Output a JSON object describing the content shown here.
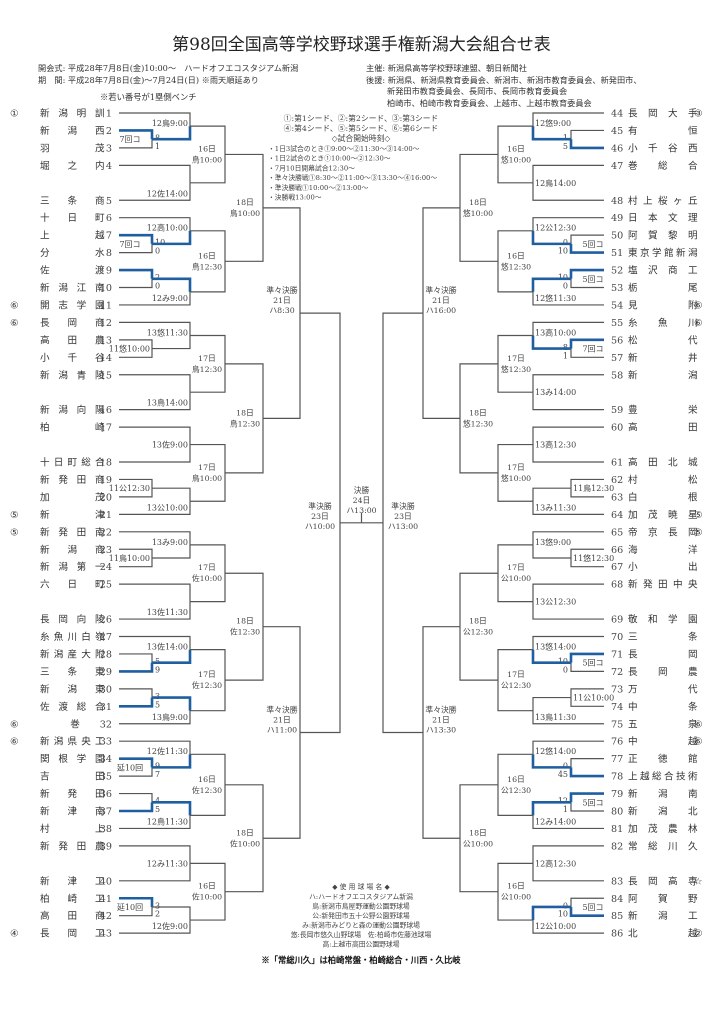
{
  "header": {
    "title": "第98回全国高等学校野球選手権新潟大会組合せ表",
    "left_lines": [
      "開会式: 平成28年7月8日(金)10:00～　ハードオフエコスタジアム新潟",
      "期　間: 平成28年7月8日(金)～7月24日(日) ※雨天順延あり"
    ],
    "bench_note": "※若い番号が1塁側ベンチ",
    "right_lines": [
      "主催: 新潟県高等学校野球連盟、朝日新聞社",
      "後援: 新潟県、新潟県教育委員会、新潟市、新潟市教育委員会、新発田市、",
      "新発田市教育委員会、長岡市、長岡市教育委員会",
      "柏崎市、柏崎市教育委員会、上越市、上越市教育委員会"
    ]
  },
  "center_notes": {
    "seeds": [
      "①:第1シード、②:第2シード、③:第3シード",
      "④:第4シード、⑤:第5シード、⑥:第6シード"
    ],
    "start_title": "◇試合開始時刻◇",
    "start_times": [
      "・1日3試合のとき①9:00～②11:30～③14:00～",
      "・1日2試合のとき①10:00～②12:30～",
      "・7月10日開幕試合12:30～",
      "・準々決勝戦①8:30～②11:00～③13:30～④16:00～",
      "・準決勝戦①10:00～②13:00～",
      "・決勝戦13:00～"
    ]
  },
  "teams_left": [
    {
      "no": 1,
      "name": "新潟明訓",
      "seed": "①",
      "slot": 0
    },
    {
      "no": 2,
      "name": "新潟西",
      "seed": "",
      "slot": 1
    },
    {
      "no": 3,
      "name": "羽茂",
      "seed": "",
      "slot": 2
    },
    {
      "no": 4,
      "name": "堀之内",
      "seed": "",
      "slot": 3
    },
    {
      "no": 5,
      "name": "三条商",
      "seed": "",
      "slot": 5
    },
    {
      "no": 6,
      "name": "十日町",
      "seed": "",
      "slot": 6
    },
    {
      "no": 7,
      "name": "上越",
      "seed": "",
      "slot": 7
    },
    {
      "no": 8,
      "name": "分水",
      "seed": "",
      "slot": 8
    },
    {
      "no": 9,
      "name": "佐渡",
      "seed": "",
      "slot": 9
    },
    {
      "no": 10,
      "name": "新潟江南",
      "seed": "",
      "slot": 10
    },
    {
      "no": 11,
      "name": "開志学園",
      "seed": "⑥",
      "slot": 11
    },
    {
      "no": 12,
      "name": "長岡商",
      "seed": "⑥",
      "slot": 12
    },
    {
      "no": 13,
      "name": "高田農",
      "seed": "",
      "slot": 13
    },
    {
      "no": 14,
      "name": "小千谷",
      "seed": "",
      "slot": 14
    },
    {
      "no": 15,
      "name": "新潟青陵",
      "seed": "",
      "slot": 15
    },
    {
      "no": 16,
      "name": "新潟向陽",
      "seed": "",
      "slot": 17
    },
    {
      "no": 17,
      "name": "柏崎",
      "seed": "",
      "slot": 18
    },
    {
      "no": 18,
      "name": "十日町総合",
      "seed": "",
      "slot": 20
    },
    {
      "no": 19,
      "name": "新発田商",
      "seed": "",
      "slot": 21
    },
    {
      "no": 20,
      "name": "加茂",
      "seed": "",
      "slot": 22
    },
    {
      "no": 21,
      "name": "新津",
      "seed": "⑤",
      "slot": 23
    },
    {
      "no": 22,
      "name": "新発田南",
      "seed": "⑤",
      "slot": 24
    },
    {
      "no": 23,
      "name": "新潟商",
      "seed": "",
      "slot": 25
    },
    {
      "no": 24,
      "name": "新潟第一",
      "seed": "",
      "slot": 26
    },
    {
      "no": 25,
      "name": "六日町",
      "seed": "",
      "slot": 27
    },
    {
      "no": 26,
      "name": "長岡向陵",
      "seed": "",
      "slot": 29
    },
    {
      "no": 27,
      "name": "糸魚川白嶺",
      "seed": "",
      "slot": 30
    },
    {
      "no": 28,
      "name": "新潟産大附",
      "seed": "",
      "slot": 31
    },
    {
      "no": 29,
      "name": "三条東",
      "seed": "",
      "slot": 32
    },
    {
      "no": 30,
      "name": "新潟東",
      "seed": "",
      "slot": 33
    },
    {
      "no": 31,
      "name": "佐渡総合",
      "seed": "",
      "slot": 34
    },
    {
      "no": 32,
      "name": "巻",
      "seed": "⑥",
      "slot": 35
    },
    {
      "no": 33,
      "name": "新潟県央工",
      "seed": "⑥",
      "slot": 36
    },
    {
      "no": 34,
      "name": "関根学園",
      "seed": "",
      "slot": 37
    },
    {
      "no": 35,
      "name": "吉田",
      "seed": "",
      "slot": 38
    },
    {
      "no": 36,
      "name": "新発田",
      "seed": "",
      "slot": 39
    },
    {
      "no": 37,
      "name": "新津南",
      "seed": "",
      "slot": 40
    },
    {
      "no": 38,
      "name": "村上",
      "seed": "",
      "slot": 41
    },
    {
      "no": 39,
      "name": "新発田農",
      "seed": "",
      "slot": 42
    },
    {
      "no": 40,
      "name": "新津工",
      "seed": "",
      "slot": 44
    },
    {
      "no": 41,
      "name": "柏崎工",
      "seed": "",
      "slot": 45
    },
    {
      "no": 42,
      "name": "高田商",
      "seed": "",
      "slot": 46
    },
    {
      "no": 43,
      "name": "長岡工",
      "seed": "④",
      "slot": 47
    }
  ],
  "teams_right": [
    {
      "no": 44,
      "name": "長岡大手",
      "seed": "③",
      "slot": 0
    },
    {
      "no": 45,
      "name": "有恒",
      "seed": "",
      "slot": 1
    },
    {
      "no": 46,
      "name": "小千谷西",
      "seed": "",
      "slot": 2
    },
    {
      "no": 47,
      "name": "巻総合",
      "seed": "",
      "slot": 3
    },
    {
      "no": 48,
      "name": "村上桜ヶ丘",
      "seed": "",
      "slot": 5
    },
    {
      "no": 49,
      "name": "日本文理",
      "seed": "",
      "slot": 6
    },
    {
      "no": 50,
      "name": "阿賀黎明",
      "seed": "",
      "slot": 7
    },
    {
      "no": 51,
      "name": "東京学館新潟",
      "seed": "",
      "slot": 8
    },
    {
      "no": 52,
      "name": "塩沢商工",
      "seed": "",
      "slot": 9
    },
    {
      "no": 53,
      "name": "栃尾",
      "seed": "",
      "slot": 10
    },
    {
      "no": 54,
      "name": "見附",
      "seed": "⑥",
      "slot": 11
    },
    {
      "no": 55,
      "name": "糸魚川",
      "seed": "⑥",
      "slot": 12
    },
    {
      "no": 56,
      "name": "松代",
      "seed": "",
      "slot": 13
    },
    {
      "no": 57,
      "name": "新井",
      "seed": "",
      "slot": 14
    },
    {
      "no": 58,
      "name": "新潟",
      "seed": "",
      "slot": 15
    },
    {
      "no": 59,
      "name": "豊栄",
      "seed": "",
      "slot": 17
    },
    {
      "no": 60,
      "name": "高田",
      "seed": "",
      "slot": 18
    },
    {
      "no": 61,
      "name": "高田北城",
      "seed": "",
      "slot": 20
    },
    {
      "no": 62,
      "name": "村松",
      "seed": "",
      "slot": 21
    },
    {
      "no": 63,
      "name": "白根",
      "seed": "",
      "slot": 22
    },
    {
      "no": 64,
      "name": "加茂暁星",
      "seed": "⑤",
      "slot": 23
    },
    {
      "no": 65,
      "name": "帝京長岡",
      "seed": "⑤",
      "slot": 24
    },
    {
      "no": 66,
      "name": "海洋",
      "seed": "",
      "slot": 25
    },
    {
      "no": 67,
      "name": "小出",
      "seed": "",
      "slot": 26
    },
    {
      "no": 68,
      "name": "新発田中央",
      "seed": "",
      "slot": 27
    },
    {
      "no": 69,
      "name": "敬和学園",
      "seed": "",
      "slot": 29
    },
    {
      "no": 70,
      "name": "三条",
      "seed": "",
      "slot": 30
    },
    {
      "no": 71,
      "name": "長岡",
      "seed": "",
      "slot": 31
    },
    {
      "no": 72,
      "name": "長岡農",
      "seed": "",
      "slot": 32
    },
    {
      "no": 73,
      "name": "万代",
      "seed": "",
      "slot": 33
    },
    {
      "no": 74,
      "name": "中条",
      "seed": "",
      "slot": 34
    },
    {
      "no": 75,
      "name": "五泉",
      "seed": "⑥",
      "slot": 35
    },
    {
      "no": 76,
      "name": "中越",
      "seed": "⑥",
      "slot": 36
    },
    {
      "no": 77,
      "name": "正徳館",
      "seed": "",
      "slot": 37
    },
    {
      "no": 78,
      "name": "上越総合技術",
      "seed": "",
      "slot": 38
    },
    {
      "no": 79,
      "name": "新潟南",
      "seed": "",
      "slot": 39
    },
    {
      "no": 80,
      "name": "新潟北",
      "seed": "",
      "slot": 40
    },
    {
      "no": 81,
      "name": "加茂農林",
      "seed": "",
      "slot": 41
    },
    {
      "no": 82,
      "name": "常総川久",
      "seed": "",
      "slot": 42
    },
    {
      "no": 83,
      "name": "長岡高専",
      "seed": "☆",
      "slot": 44
    },
    {
      "no": 84,
      "name": "阿賀野",
      "seed": "",
      "slot": 45
    },
    {
      "no": 85,
      "name": "新潟工",
      "seed": "",
      "slot": 46
    },
    {
      "no": 86,
      "name": "北越",
      "seed": "②",
      "slot": 47
    }
  ],
  "matches_left": [
    {
      "id": "L1a",
      "a": {
        "slot": 1
      },
      "b": {
        "slot": 2
      },
      "label": "",
      "note": "7回コ",
      "sa": "8",
      "sb": "1",
      "winner": "a"
    },
    {
      "id": "L1b",
      "a": {
        "slot": 7
      },
      "b": {
        "slot": 8
      },
      "label": "",
      "note": "7回コ",
      "sa": "10",
      "sb": "0",
      "winner": "a"
    },
    {
      "id": "L1c",
      "a": {
        "slot": 9
      },
      "b": {
        "slot": 10
      },
      "label": "",
      "note": "",
      "sa": "2",
      "sb": "0",
      "winner": "a"
    },
    {
      "id": "L1d",
      "a": {
        "slot": 13
      },
      "b": {
        "slot": 14
      },
      "label": "11悠10:00",
      "note": "",
      "sa": "",
      "sb": "",
      "winner": ""
    },
    {
      "id": "L1e",
      "a": {
        "slot": 21
      },
      "b": {
        "slot": 22
      },
      "label": "11公12:30",
      "note": "",
      "sa": "",
      "sb": "",
      "winner": ""
    },
    {
      "id": "L1f",
      "a": {
        "slot": 25
      },
      "b": {
        "slot": 26
      },
      "label": "11鳥10:00",
      "note": "",
      "sa": "",
      "sb": "",
      "winner": ""
    },
    {
      "id": "L1g",
      "a": {
        "slot": 31
      },
      "b": {
        "slot": 32
      },
      "label": "",
      "note": "",
      "sa": "5",
      "sb": "9",
      "winner": "b"
    },
    {
      "id": "L1h",
      "a": {
        "slot": 33
      },
      "b": {
        "slot": 34
      },
      "label": "",
      "note": "",
      "sa": "3",
      "sb": "5",
      "winner": "b"
    },
    {
      "id": "L1i",
      "a": {
        "slot": 37
      },
      "b": {
        "slot": 38
      },
      "label": "",
      "note": "延10回",
      "sa": "9",
      "sb": "7",
      "winner": "a"
    },
    {
      "id": "L1j",
      "a": {
        "slot": 39
      },
      "b": {
        "slot": 40
      },
      "label": "",
      "note": "",
      "sa": "4",
      "sb": "5",
      "winner": "b"
    },
    {
      "id": "L1k",
      "a": {
        "slot": 45
      },
      "b": {
        "slot": 46
      },
      "label": "",
      "note": "延10回",
      "sa": "3",
      "sb": "2",
      "winner": "a"
    }
  ],
  "round2_left": [
    {
      "a": "s0",
      "b": "L1a",
      "label": "12鳥9:00",
      "pos": "top",
      "winner": "b"
    },
    {
      "a": "s3",
      "b": "s5",
      "label": "12佐14:00",
      "pos": "bottom",
      "winner": ""
    },
    {
      "a": "s6",
      "b": "L1b",
      "label": "12高10:00",
      "pos": "top",
      "winner": "b"
    },
    {
      "a": "L1c",
      "b": "s11",
      "label": "12み9:00",
      "pos": "bottom",
      "winner": "a"
    },
    {
      "a": "s12",
      "b": "L1d",
      "label": "13悠11:30",
      "pos": "top",
      "winner": ""
    },
    {
      "a": "s15",
      "b": "s17",
      "label": "13鳥14:00",
      "pos": "bottom",
      "winner": ""
    },
    {
      "a": "s18",
      "b": "s20",
      "label": "13佐9:00",
      "pos": "mid",
      "winner": ""
    },
    {
      "a": "L1e",
      "b": "s23",
      "label": "13公10:00",
      "pos": "bottom",
      "winner": ""
    },
    {
      "a": "s24",
      "b": "L1f",
      "label": "13み9:00",
      "pos": "top",
      "winner": ""
    },
    {
      "a": "s27",
      "b": "s29",
      "label": "13佐11:30",
      "pos": "bottom",
      "winner": ""
    },
    {
      "a": "s30",
      "b": "L1g",
      "label": "13佐14:00",
      "pos": "top",
      "winner": "b"
    },
    {
      "a": "L1h",
      "b": "s35",
      "label": "13鳥9:00",
      "pos": "bottom",
      "winner": "a"
    },
    {
      "a": "s36",
      "b": "L1i",
      "label": "12佐11:30",
      "pos": "top",
      "winner": "b"
    },
    {
      "a": "L1j",
      "b": "s41",
      "label": "12鳥11:30",
      "pos": "bottom",
      "winner": "a"
    },
    {
      "a": "s42",
      "b": "s44",
      "label": "12み11:30",
      "pos": "mid",
      "winner": ""
    },
    {
      "a": "L1k",
      "b": "s47",
      "label": "12佐9:00",
      "pos": "bottom",
      "winner": ""
    }
  ],
  "round3_left": [
    "16日\n鳥10:00",
    "16日\n鳥12:30",
    "17日\n鳥12:30",
    "17日\n鳥10:00",
    "17日\n佐10:00",
    "17日\n佐12:30",
    "16日\n佐12:30",
    "16日\n佐10:00"
  ],
  "round4_left": [
    "18日\n鳥10:00",
    "18日\n鳥12:30",
    "18日\n佐12:30",
    "18日\n佐10:00"
  ],
  "qf_left": [
    "準々決勝\n21日\nハ8:30",
    "準々決勝\n21日\nハ11:00"
  ],
  "sf_left": "準決勝\n23日\nハ10:00",
  "final": "決勝\n24日\nハ13:00",
  "sf_right": "準決勝\n23日\nハ13:00",
  "qf_right": [
    "準々決勝\n21日\nハ16:00",
    "準々決勝\n21日\nハ13:30"
  ],
  "round4_right": [
    "18日\n悠10:00",
    "18日\n悠12:30",
    "18日\n公12:30",
    "18日\n公10:00"
  ],
  "round3_right": [
    "16日\n悠10:00",
    "16日\n悠12:30",
    "17日\n悠12:30",
    "17日\n悠10:00",
    "17日\n公10:00",
    "17日\n公12:30",
    "16日\n公12:30",
    "16日\n公10:00"
  ],
  "matches_right": [
    {
      "id": "R1a",
      "a": {
        "slot": 1
      },
      "b": {
        "slot": 2
      },
      "label": "",
      "note": "",
      "sa": "1",
      "sb": "5",
      "winner": "b"
    },
    {
      "id": "R1b",
      "a": {
        "slot": 7
      },
      "b": {
        "slot": 8
      },
      "label": "",
      "note": "5回コ",
      "sa": "0",
      "sb": "10",
      "winner": "b"
    },
    {
      "id": "R1c",
      "a": {
        "slot": 9
      },
      "b": {
        "slot": 10
      },
      "label": "",
      "note": "5回コ",
      "sa": "10",
      "sb": "0",
      "winner": "a"
    },
    {
      "id": "R1d",
      "a": {
        "slot": 13
      },
      "b": {
        "slot": 14
      },
      "label": "",
      "note": "7回コ",
      "sa": "8",
      "sb": "1",
      "winner": "a"
    },
    {
      "id": "R1e",
      "a": {
        "slot": 21
      },
      "b": {
        "slot": 22
      },
      "label": "11鳥12:30",
      "note": "",
      "sa": "",
      "sb": "",
      "winner": ""
    },
    {
      "id": "R1f",
      "a": {
        "slot": 25
      },
      "b": {
        "slot": 26
      },
      "label": "11悠12:30",
      "note": "",
      "sa": "",
      "sb": "",
      "winner": ""
    },
    {
      "id": "R1g",
      "a": {
        "slot": 31
      },
      "b": {
        "slot": 32
      },
      "label": "",
      "note": "5回コ",
      "sa": "10",
      "sb": "0",
      "winner": "a"
    },
    {
      "id": "R1h",
      "a": {
        "slot": 33
      },
      "b": {
        "slot": 34
      },
      "label": "11公10:00",
      "note": "",
      "sa": "",
      "sb": "",
      "winner": ""
    },
    {
      "id": "R1i",
      "a": {
        "slot": 37
      },
      "b": {
        "slot": 38
      },
      "label": "",
      "note": "",
      "sa": "0",
      "sb": "45",
      "winner": "b"
    },
    {
      "id": "R1j",
      "a": {
        "slot": 39
      },
      "b": {
        "slot": 40
      },
      "label": "",
      "note": "5回コ",
      "sa": "12",
      "sb": "1",
      "winner": "a"
    },
    {
      "id": "R1k",
      "a": {
        "slot": 45
      },
      "b": {
        "slot": 46
      },
      "label": "",
      "note": "5回コ",
      "sa": "0",
      "sb": "10",
      "winner": "b"
    }
  ],
  "round2_right": [
    {
      "a": "s0",
      "b": "R1a",
      "label": "12悠9:00",
      "pos": "top",
      "winner": "b"
    },
    {
      "a": "s3",
      "b": "s5",
      "label": "12鳥14:00",
      "pos": "mid",
      "winner": ""
    },
    {
      "a": "s6",
      "b": "R1b",
      "label": "12公12:30",
      "pos": "top",
      "winner": "b"
    },
    {
      "a": "R1c",
      "b": "s11",
      "label": "12悠11:30",
      "pos": "bottom",
      "winner": "a"
    },
    {
      "a": "s12",
      "b": "R1d",
      "label": "13高10:00",
      "pos": "top",
      "winner": "b"
    },
    {
      "a": "s15",
      "b": "s17",
      "label": "13み14:00",
      "pos": "mid",
      "winner": ""
    },
    {
      "a": "s18",
      "b": "s20",
      "label": "13高12:30",
      "pos": "mid",
      "winner": ""
    },
    {
      "a": "R1e",
      "b": "s23",
      "label": "13み11:30",
      "pos": "bottom",
      "winner": ""
    },
    {
      "a": "s24",
      "b": "R1f",
      "label": "13悠9:00",
      "pos": "top",
      "winner": ""
    },
    {
      "a": "s27",
      "b": "s29",
      "label": "13公12:30",
      "pos": "mid",
      "winner": ""
    },
    {
      "a": "s30",
      "b": "R1g",
      "label": "13悠14:00",
      "pos": "top",
      "winner": "b"
    },
    {
      "a": "R1h",
      "b": "s35",
      "label": "13鳥11:30",
      "pos": "bottom",
      "winner": ""
    },
    {
      "a": "s36",
      "b": "R1i",
      "label": "12悠14:00",
      "pos": "top",
      "winner": "b"
    },
    {
      "a": "R1j",
      "b": "s41",
      "label": "12み14:00",
      "pos": "bottom",
      "winner": "a"
    },
    {
      "a": "s42",
      "b": "s44",
      "label": "12高12:30",
      "pos": "mid",
      "winner": ""
    },
    {
      "a": "R1k",
      "b": "s47",
      "label": "12公10:00",
      "pos": "bottom",
      "winner": "a"
    }
  ],
  "legend": {
    "title": "◆ 使 用 球 場 名 ◆",
    "lines": [
      "ハ:ハードオフエコスタジアム新潟",
      "鳥:新潟市鳥屋野運動公園野球場",
      "公:新発田市五十公野公園野球場",
      "み:新潟市みどりと森の運動公園野球場",
      "悠:長岡市悠久山野球場　佐:柏崎市佐藤池球場",
      "高:上越市高田公園野球場"
    ],
    "footnote": "※「常総川久」は柏崎常盤・柏崎総合・川西・久比岐"
  },
  "colors": {
    "line": "#555555",
    "win": "#1f5fa0",
    "text": "#333333"
  }
}
